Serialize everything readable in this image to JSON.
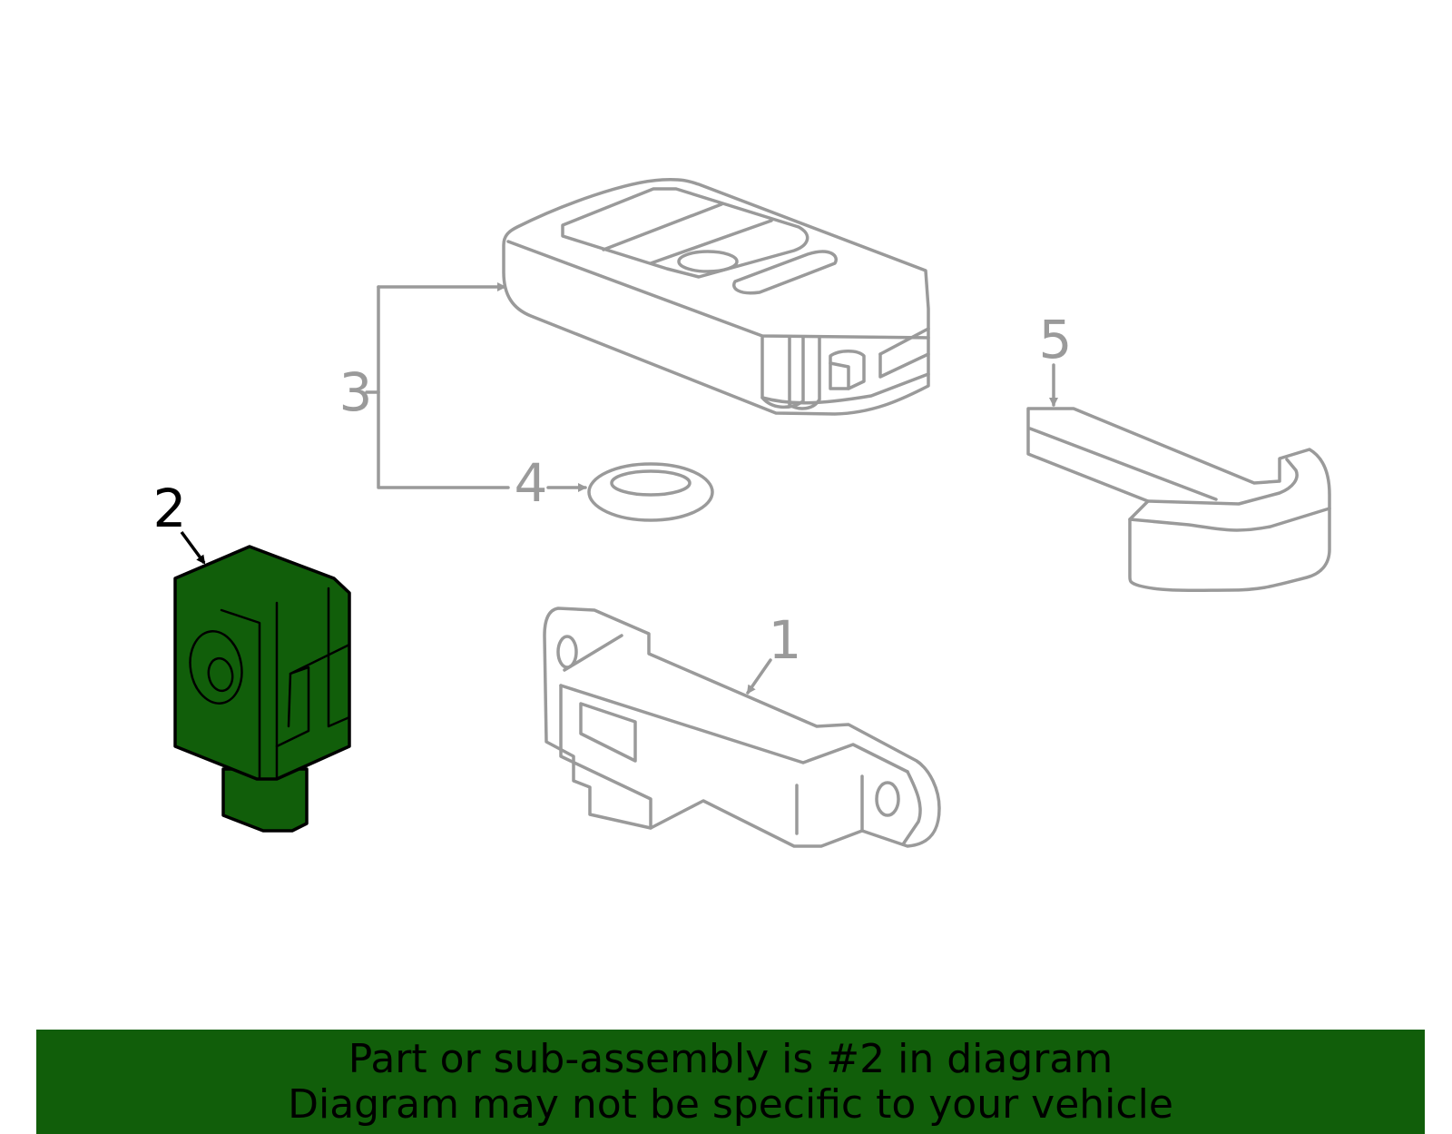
{
  "diagram": {
    "highlighted_part": "2",
    "colors": {
      "highlight_fill": "#115e0a",
      "muted_line": "#9a9a9a",
      "active_text": "#000000"
    },
    "callouts": [
      {
        "label": "1",
        "part": "antenna-module",
        "highlighted": false
      },
      {
        "label": "2",
        "part": "sensor-module",
        "highlighted": true
      },
      {
        "label": "3",
        "part": "key-fob",
        "highlighted": false
      },
      {
        "label": "4",
        "part": "battery",
        "highlighted": false
      },
      {
        "label": "5",
        "part": "emergency-key",
        "highlighted": false
      }
    ]
  },
  "banner": {
    "line1": "Part or sub-assembly is #2 in diagram",
    "line2": "Diagram may not be specific to your vehicle"
  }
}
